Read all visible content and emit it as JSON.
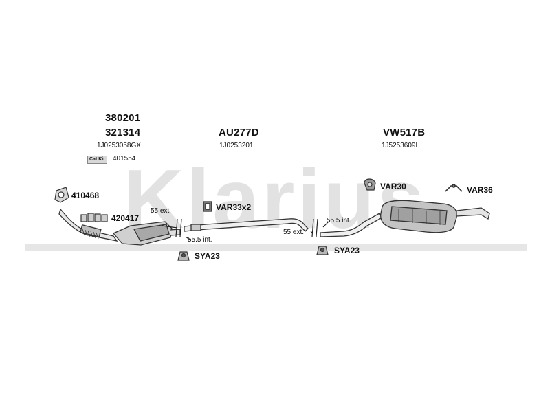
{
  "watermark": {
    "text": "Klarius",
    "color": "#dcdcdc"
  },
  "sections": [
    {
      "codes": [
        "380201",
        "321314"
      ],
      "oem": "1J0253058GX"
    },
    {
      "codes": [
        "AU277D"
      ],
      "oem": "1J0253201"
    },
    {
      "codes": [
        "VW517B"
      ],
      "oem": "1J5253609L"
    }
  ],
  "catkit": {
    "badge": "Cat Kit",
    "code": "401554"
  },
  "parts": {
    "gasket": "410468",
    "clamp_front": "420417",
    "clamp_mid": "VAR33x2",
    "mount_rear": "VAR30",
    "hanger_rear": "VAR36",
    "rubber_left": "SYA23",
    "rubber_right": "SYA23"
  },
  "joints": {
    "left_ext": "55 ext.",
    "left_int": "55.5 int.",
    "right_ext": "55 ext.",
    "right_int": "55.5 int."
  }
}
